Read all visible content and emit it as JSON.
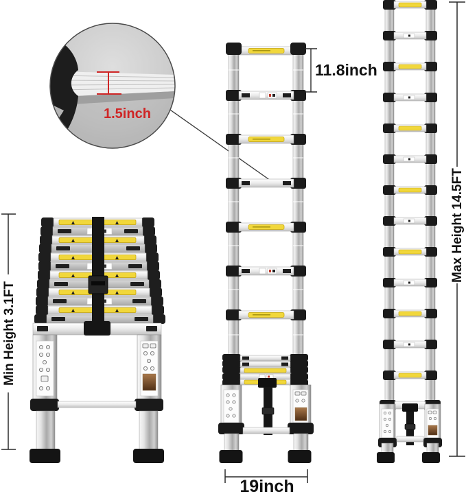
{
  "detail_callout": {
    "thickness_label": "1.5inch"
  },
  "dimensions": {
    "rung_spacing": "11.8inch",
    "base_width": "19inch",
    "min_height": "Min Height 3.1FT",
    "max_height": "Max Height 14.5FT"
  },
  "colors": {
    "accent_red": "#cf2525",
    "label_yellow": "#f1d73b",
    "dimension_line": "#2a2a2a",
    "annotation_text": "#111111",
    "ladder_silver": "#c9c9c9",
    "ladder_black": "#1a1a1a"
  }
}
